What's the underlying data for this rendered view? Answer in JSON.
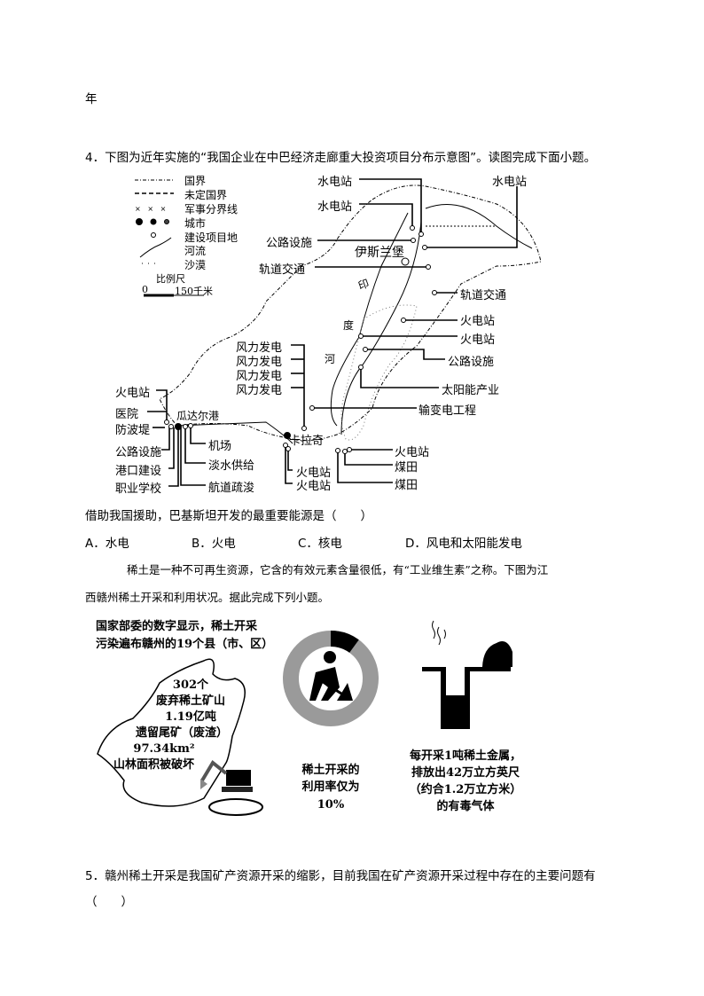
{
  "header_fragment": "年",
  "q4": {
    "stem": "4．下图为近年实施的“我国企业在中巴经济走廊重大投资项目分布示意图”。读图完成下面小题。",
    "legend": {
      "border": "国界",
      "undetermined": "未定国界",
      "military": "军事分界线",
      "city": "城市",
      "project": "建设项目地",
      "river": "河流",
      "desert": "沙漠",
      "scale_title": "比例尺",
      "scale_zero": "0",
      "scale_end": "150千米"
    },
    "map_labels": {
      "hydro1": "水电站",
      "hydro2": "水电站",
      "hydro3": "水电站",
      "road1": "公路设施",
      "islamabad": "伊斯兰堡",
      "rail1": "轨道交通",
      "rail2": "轨道交通",
      "thermal1": "火电站",
      "thermal2": "火电站",
      "road2": "公路设施",
      "solar": "太阳能产业",
      "transmission": "输变电工程",
      "wind1": "风力发电",
      "wind2": "风力发电",
      "wind3": "风力发电",
      "wind4": "风力发电",
      "thermal_g": "火电站",
      "hospital": "医院",
      "breakwater": "防波堤",
      "road_g": "公路设施",
      "port": "港口建设",
      "school": "职业学校",
      "gwadar": "瓜达尔港",
      "airport": "机场",
      "water": "淡水供给",
      "dredging": "航道疏浚",
      "karachi": "卡拉奇",
      "thermal_k1": "火电站",
      "thermal_k2": "火电站",
      "thermal_s": "火电站",
      "coal1": "煤田",
      "coal2": "煤田",
      "river_1": "印",
      "river_2": "度",
      "river_3": "河"
    },
    "question": "借助我国援助，巴基斯坦开发的最重要能源是（　　）",
    "options": [
      "A．水电",
      "B．火电",
      "C．核电",
      "D．风电和太阳能发电"
    ]
  },
  "passage": {
    "line1": "稀土是一种不可再生资源，它含的有效元素含量很低，有“工业维生素”之称。下图为江",
    "line2": "西赣州稀土开采和利用状况。据此完成下列小题。"
  },
  "infographic": {
    "title1": "国家部委的数字显示，稀土开采",
    "title2": "污染遍布赣州的19个县（市、区）",
    "map_text": [
      "302个",
      "废弃稀土矿山",
      "1.19亿吨",
      "遗留尾矿（废渣）",
      "97.34km²",
      "山林面积被破坏"
    ],
    "donut_text": [
      "稀土开采的",
      "利用率仅为",
      "10%"
    ],
    "utilization_fraction": 0.1,
    "gas_text": [
      "每开采1吨稀土金属，",
      "排放出42万立方英尺",
      "（约合1.2万立方米）",
      "的有毒气体"
    ]
  },
  "q5": {
    "stem": "5．赣州稀土开采是我国矿产资源开采的缩影，目前我国在矿产资源开采过程中存在的主要问题有",
    "blank": "（　　）"
  }
}
